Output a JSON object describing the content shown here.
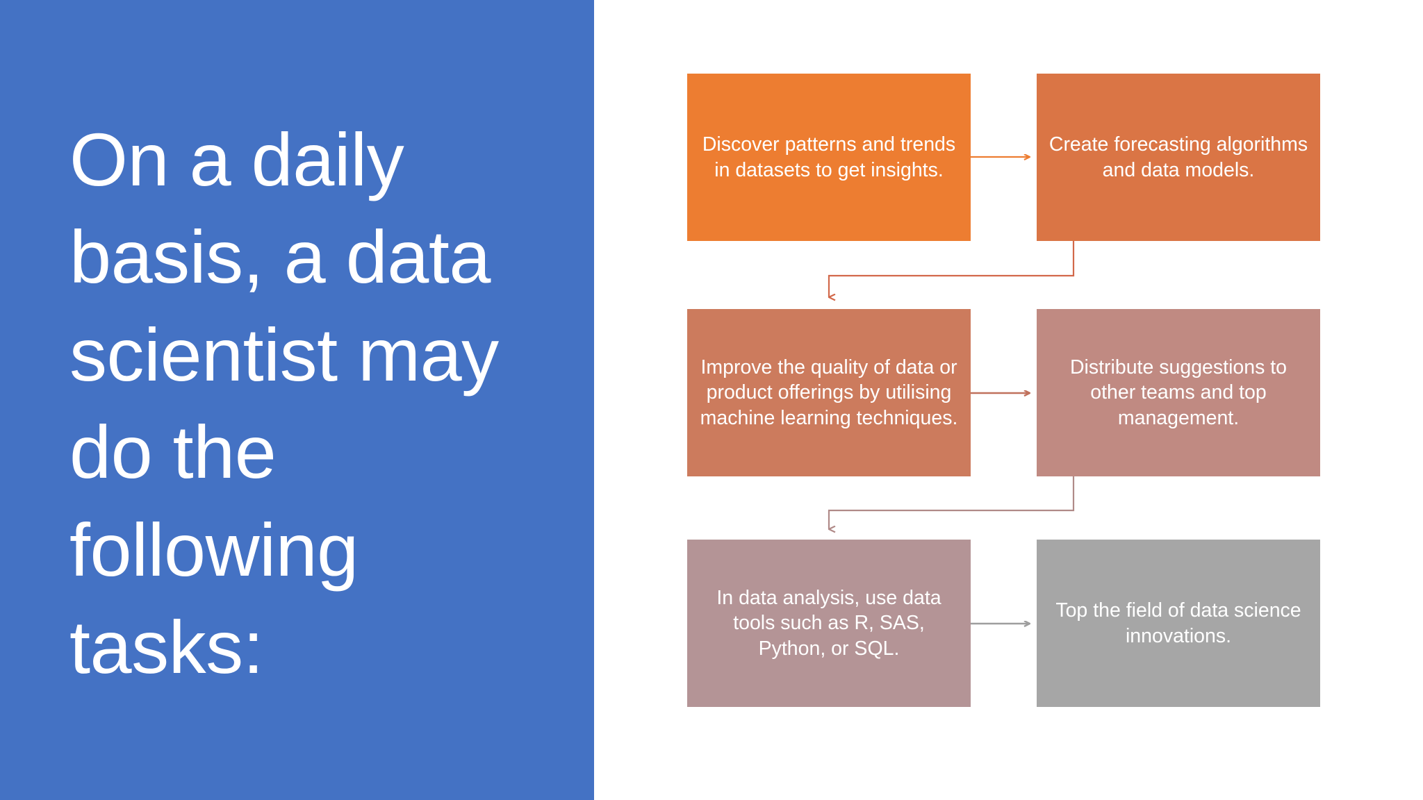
{
  "slide": {
    "title": "On a daily basis, a data scientist may do the following tasks:",
    "title_panel_color": "#4472c4",
    "background_color": "#ffffff"
  },
  "diagram": {
    "type": "flow-chart",
    "nodes": [
      {
        "id": "node-1",
        "label": "Discover patterns and trends in datasets to get insights.",
        "color": "#ed7d31",
        "row": 1,
        "column": "left"
      },
      {
        "id": "node-2",
        "label": "Create forecasting algorithms and data models.",
        "color": "#da7545",
        "row": 1,
        "column": "right"
      },
      {
        "id": "node-3",
        "label": "Improve the quality of data or product offerings by utilising machine learning techniques.",
        "color": "#cc7b5d",
        "row": 2,
        "column": "left"
      },
      {
        "id": "node-4",
        "label": "Distribute suggestions to other teams and top management.",
        "color": "#c08a82",
        "row": 2,
        "column": "right"
      },
      {
        "id": "node-5",
        "label": "In data analysis, use data tools such as R, SAS, Python, or SQL.",
        "color": "#b49496",
        "row": 3,
        "column": "left"
      },
      {
        "id": "node-6",
        "label": "Top the field of data science innovations.",
        "color": "#a6a6a6",
        "row": 3,
        "column": "right"
      }
    ],
    "connectors": [
      {
        "id": "arrow-1-to-2",
        "from": "node-1",
        "to": "node-2",
        "kind": "straight-right",
        "color": "#ed7d31"
      },
      {
        "id": "arrow-2-to-3",
        "from": "node-2",
        "to": "node-3",
        "kind": "elbow-down-left",
        "color": "#d2684a"
      },
      {
        "id": "arrow-3-to-4",
        "from": "node-3",
        "to": "node-4",
        "kind": "straight-right",
        "color": "#c0715c"
      },
      {
        "id": "arrow-4-to-5",
        "from": "node-4",
        "to": "node-5",
        "kind": "elbow-down-left",
        "color": "#b08a88"
      },
      {
        "id": "arrow-5-to-6",
        "from": "node-5",
        "to": "node-6",
        "kind": "straight-right",
        "color": "#9e9e9e"
      }
    ]
  }
}
